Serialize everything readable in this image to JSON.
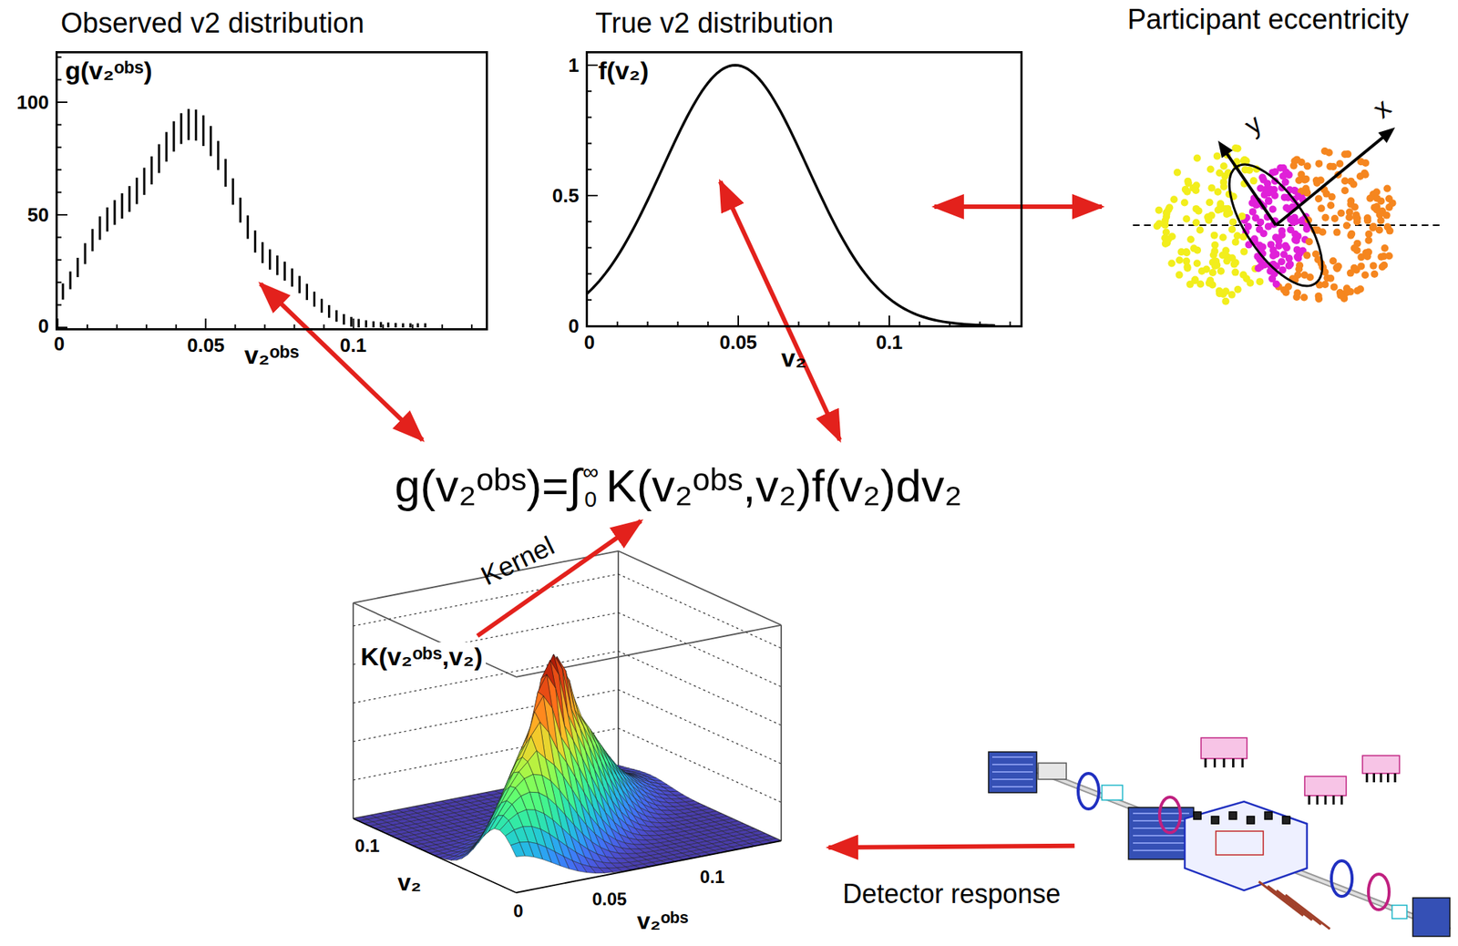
{
  "diagram": {
    "nodes": [
      {
        "text": [
          "Observed v2 distribution",
          "g(v₂ᵒᵇˢ)"
        ]
      },
      {
        "text": [
          "True v2 distribution",
          "f(v₂)"
        ]
      },
      {
        "text": [
          "Participant eccentricity"
        ]
      },
      {
        "text": [
          "g(v₂ᵒᵇˢ)=∫",
          "∞",
          "0",
          "K(v₂ᵒᵇˢ,v₂)f(v₂)dv₂"
        ]
      },
      {
        "text": [
          "K(v₂ᵒᵇˢ,v₂)"
        ]
      },
      {
        "text": []
      }
    ],
    "edges": [
      {
        "from": 0,
        "to": 3,
        "arrow": "both"
      },
      {
        "from": 1,
        "to": 3,
        "arrow": "both"
      },
      {
        "from": 1,
        "to": 2,
        "arrow": "both"
      },
      {
        "from": 4,
        "to": 3,
        "arrow": "to",
        "label": "Kernel"
      },
      {
        "from": 5,
        "to": 4,
        "arrow": "to",
        "label": "Detector response"
      }
    ],
    "labels": [
      "100",
      "50",
      "0",
      "0",
      "0.05",
      "0.1",
      "v₂ᵒᵇˢ",
      "1",
      "0.5",
      "0",
      "0",
      "0.05",
      "0.1",
      "v₂",
      "y",
      "x",
      "0.1",
      "v₂",
      "0",
      "0.05",
      "0.1",
      "v₂ᵒᵇˢ"
    ]
  }
}
